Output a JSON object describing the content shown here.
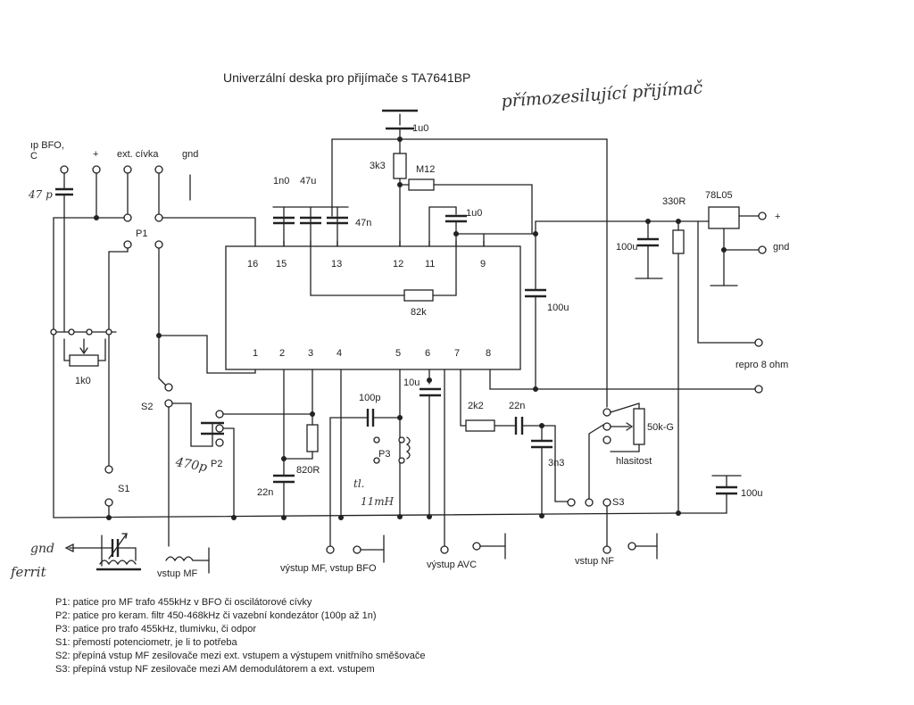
{
  "title": "Univerzální deska pro přijímače s TA7641BP",
  "handwritten_title": "přímozesilující přijímač",
  "labels": {
    "bfo": "ıp BFO,",
    "bfo_c": "C",
    "plus_top": "+",
    "ext_civka": "ext. cívka",
    "gnd_top": "gnd",
    "cap_47p": "47 p",
    "p1": "P1",
    "pot_1k0": "1k0",
    "s2": "S2",
    "s1": "S1",
    "p2": "P2",
    "cap_470p": "470p",
    "c_1u0_top": "1u0",
    "r_3k3": "3k3",
    "r_m12": "M12",
    "c_1n0": "1n0",
    "c_47u": "47u",
    "c_47n": "47n",
    "c_1u0_b": "1u0",
    "r_330r": "330R",
    "reg_78l05": "78L05",
    "plus_reg": "+",
    "gnd_reg": "gnd",
    "c_100u_a": "100u",
    "c_100u_b": "100u",
    "r_82k": "82k",
    "repro": "repro 8 ohm",
    "c_10u": "10u",
    "c_100p": "100p",
    "r_2k2": "2k2",
    "c_22n_a": "22n",
    "c_3n3": "3n3",
    "pot_50k": "50k-G",
    "hlasitost": "hlasitost",
    "r_820r": "820R",
    "c_22n_b": "22n",
    "p3": "P3",
    "tl": "tl.",
    "tl_val": "11mH",
    "s3": "S3",
    "c_100u_c": "100u",
    "gnd_ant": "gnd",
    "ferrit": "ferrit",
    "vstup_mf": "vstup MF",
    "vystup_mf": "výstup MF, vstup BFO",
    "vystup_avc": "výstup AVC",
    "vstup_nf": "vstup NF",
    "pins_top": [
      "16",
      "15",
      "13",
      "12",
      "11",
      "9"
    ],
    "pins_bottom": [
      "1",
      "2",
      "3",
      "4",
      "5",
      "6",
      "7",
      "8"
    ]
  },
  "notes": [
    "P1: patice pro MF trafo 455kHz v BFO či oscilátorové cívky",
    "P2: patice pro keram. filtr 450-468kHz  či vazební kondezátor (100p až 1n)",
    "P3: patice pro trafo 455kHz, tlumivku, či odpor",
    "S1: přemostí potenciometr, je li to potřeba",
    "S2: přepíná vstup MF zesilovače mezi ext. vstupem a výstupem vnitřního směšovače",
    "S3: přepíná vstup NF zesilovače mezi AM demodulátorem a ext. vstupem"
  ]
}
